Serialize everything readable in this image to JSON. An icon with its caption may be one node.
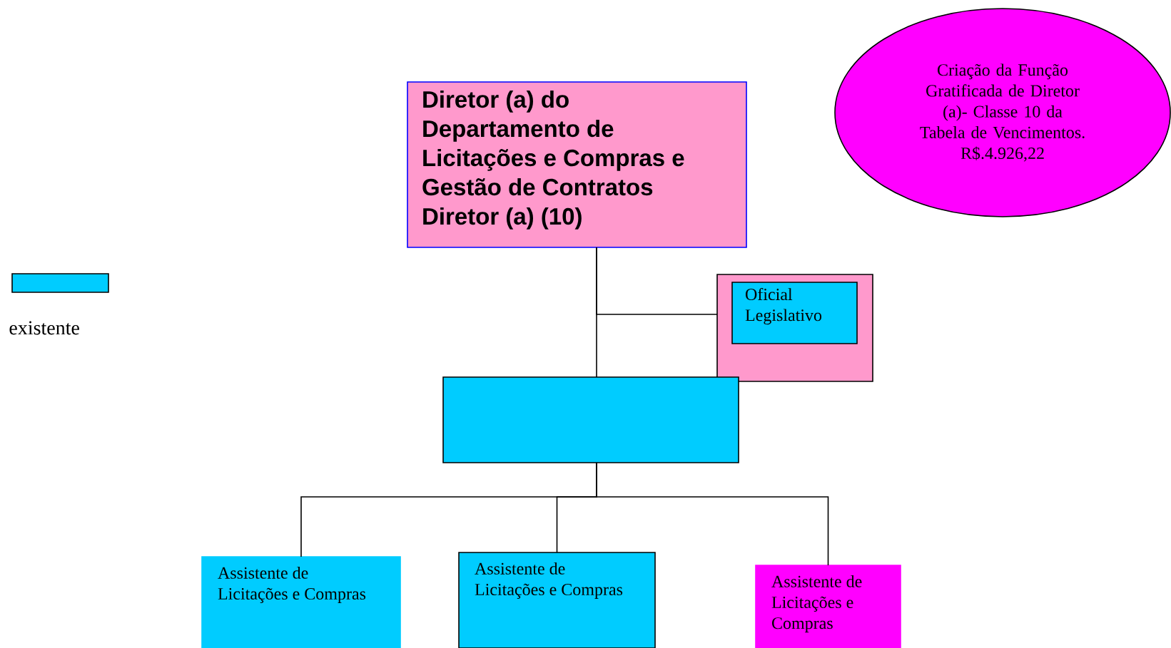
{
  "diagram": {
    "nodes": [
      {
        "text": [
          "Diretor (a) do Departamento de Licitações e Compras e Gestão de Contratos",
          "Diretor (a) (10)"
        ]
      },
      {
        "text": [
          "Criação da Função Gratificada de Diretor (a)- Classe 10 da Tabela de Vencimentos.",
          "R$.4.926,22"
        ]
      },
      {
        "text": [],
        "shape": "box"
      },
      {
        "text": [
          "Oficial Legislativo"
        ],
        "in": 2
      },
      {
        "text": [],
        "shape": "box"
      },
      {
        "text": [
          "Assistente de Licitações e Compras"
        ]
      },
      {
        "text": [
          "Assistente de Licitações e Compras"
        ]
      },
      {
        "text": [
          "Assistente de Licitações e Compras"
        ]
      }
    ],
    "edges": [
      {
        "from": 0,
        "to": 4,
        "arrow": "none"
      },
      {
        "from": 0,
        "to": 2,
        "arrow": "none"
      },
      {
        "from": 4,
        "to": 5,
        "arrow": "none"
      },
      {
        "from": 4,
        "to": 6,
        "arrow": "none"
      },
      {
        "from": 4,
        "to": 7,
        "arrow": "none"
      }
    ],
    "legend": [
      {
        "text": "existente",
        "color": "#00ccff"
      }
    ]
  }
}
